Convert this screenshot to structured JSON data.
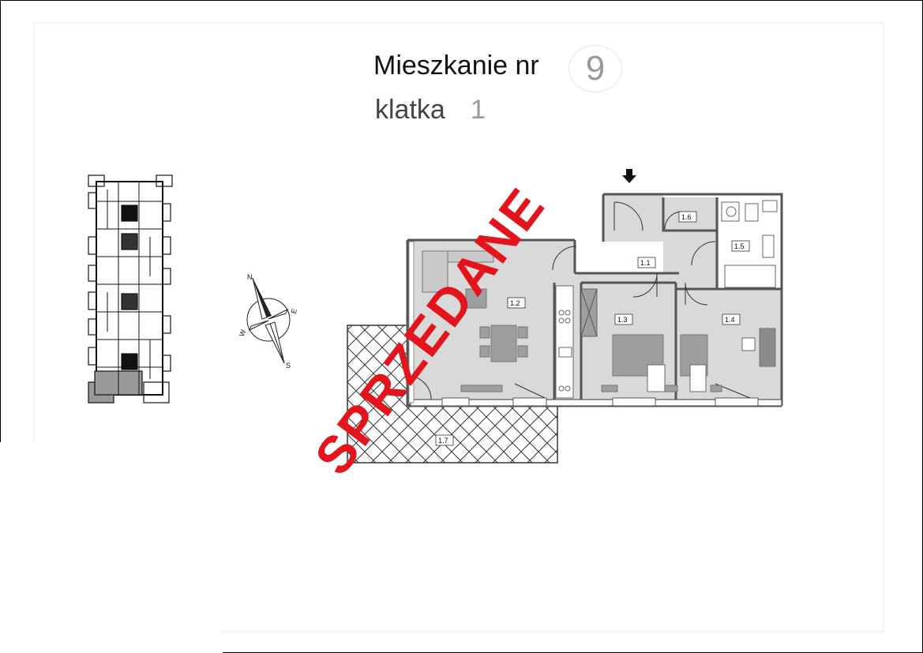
{
  "header": {
    "apartment_label": "Mieszkanie nr",
    "apartment_number": "9",
    "stairwell_label": "klatka",
    "stairwell_number": "1"
  },
  "stamp": {
    "text": "SPRZEDANE",
    "color": "#e3141b"
  },
  "compass": {
    "n": "N",
    "e": "E",
    "s": "S",
    "w": "W"
  },
  "rooms": [
    {
      "id": "1.1"
    },
    {
      "id": "1.2"
    },
    {
      "id": "1.3"
    },
    {
      "id": "1.4"
    },
    {
      "id": "1.5"
    },
    {
      "id": "1.6"
    },
    {
      "id": "1.7"
    }
  ],
  "colors": {
    "floor": "#d9d9d9",
    "wall": "#555555",
    "stamp": "#e3141b"
  }
}
